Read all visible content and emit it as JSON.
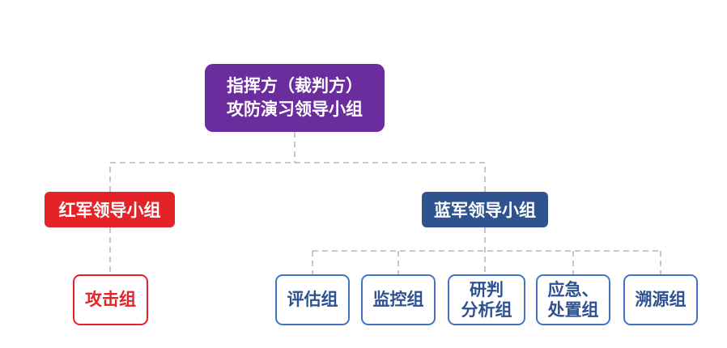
{
  "diagram": {
    "type": "org-chart",
    "root": {
      "label": "指挥方（裁判方）\n攻防演习领导小组"
    },
    "red_branch": {
      "leader": {
        "label": "红军领导小组"
      },
      "children": [
        {
          "label": "攻击组"
        }
      ]
    },
    "blue_branch": {
      "leader": {
        "label": "蓝军领导小组"
      },
      "children": [
        {
          "label": "评估组"
        },
        {
          "label": "监控组"
        },
        {
          "label": "研判\n分析组"
        },
        {
          "label": "应急、\n处置组"
        },
        {
          "label": "溯源组"
        }
      ]
    },
    "colors": {
      "root_bg": "#6B2D9E",
      "red_bg": "#E32327",
      "blue_bg": "#2E538F",
      "leaf_red_border": "#E32327",
      "leaf_red_text": "#E32327",
      "leaf_blue_border": "#4472C4",
      "leaf_blue_text": "#2E5191",
      "node_text_on_fill": "#FFFFFF",
      "connector": "#A9A9A9"
    }
  }
}
